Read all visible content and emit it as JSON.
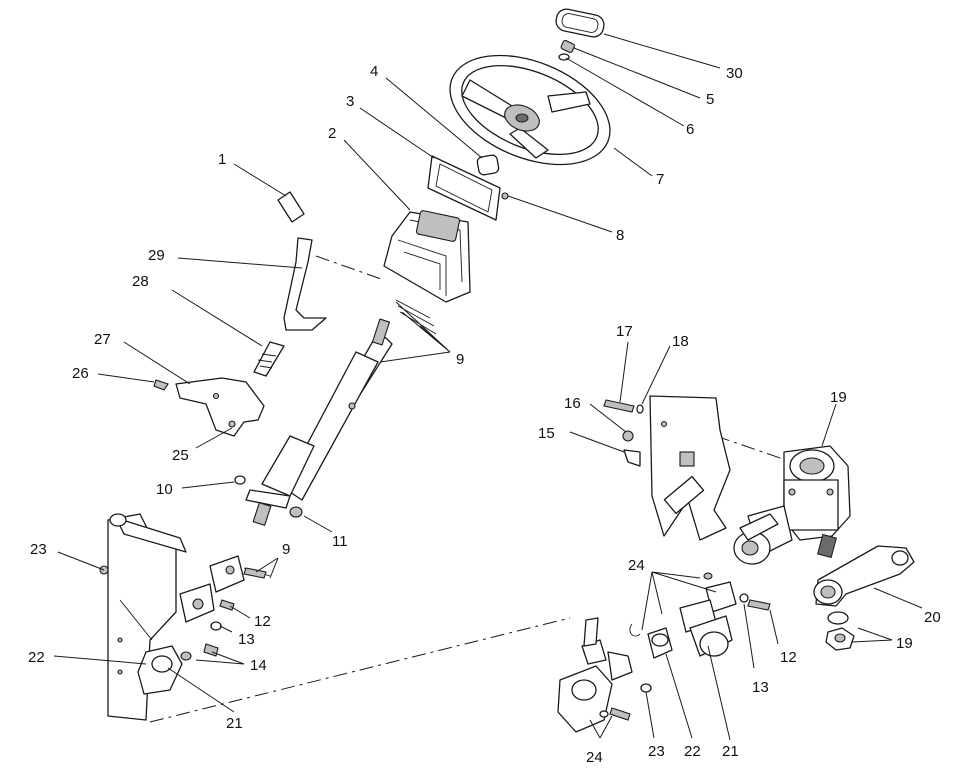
{
  "callouts": {
    "c1": "1",
    "c2": "2",
    "c3": "3",
    "c4": "4",
    "c5": "5",
    "c6": "6",
    "c7": "7",
    "c8": "8",
    "c9a": "9",
    "c9b": "9",
    "c10": "10",
    "c11": "11",
    "c12a": "12",
    "c12b": "12",
    "c13a": "13",
    "c13b": "13",
    "c14": "14",
    "c15": "15",
    "c16": "16",
    "c17": "17",
    "c18": "18",
    "c19a": "19",
    "c19b": "19",
    "c20": "20",
    "c21a": "21",
    "c21b": "21",
    "c22a": "22",
    "c22b": "22",
    "c23a": "23",
    "c23b": "23",
    "c24a": "24",
    "c24b": "24",
    "c25": "25",
    "c26": "26",
    "c27": "27",
    "c28": "28",
    "c29": "29",
    "c30": "30"
  }
}
